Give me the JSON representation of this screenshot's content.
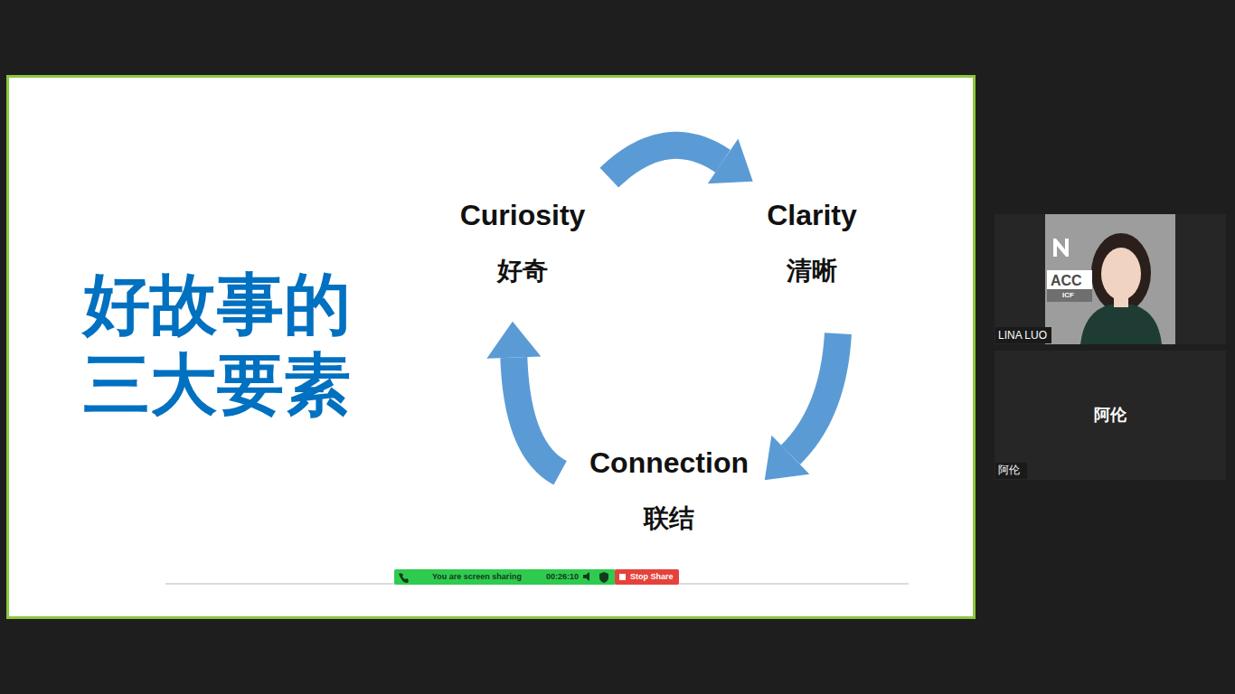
{
  "diagram": {
    "title": "好故事的 三大要素",
    "nodes": [
      {
        "text": [
          "Curiosity",
          "好奇"
        ]
      },
      {
        "text": [
          "Clarity",
          "清晰"
        ]
      },
      {
        "text": [
          "Connection",
          "联结"
        ]
      }
    ],
    "edges": [
      {
        "from": 0,
        "to": 1,
        "arrow": "to"
      },
      {
        "from": 1,
        "to": 2,
        "arrow": "to"
      },
      {
        "from": 2,
        "to": 0,
        "arrow": "to"
      }
    ],
    "labels": [
      "You are screen sharing",
      "00:26:10",
      "Stop Share",
      "ACC",
      "ICF",
      "LINA LUO",
      "阿伦",
      "阿伦"
    ]
  }
}
